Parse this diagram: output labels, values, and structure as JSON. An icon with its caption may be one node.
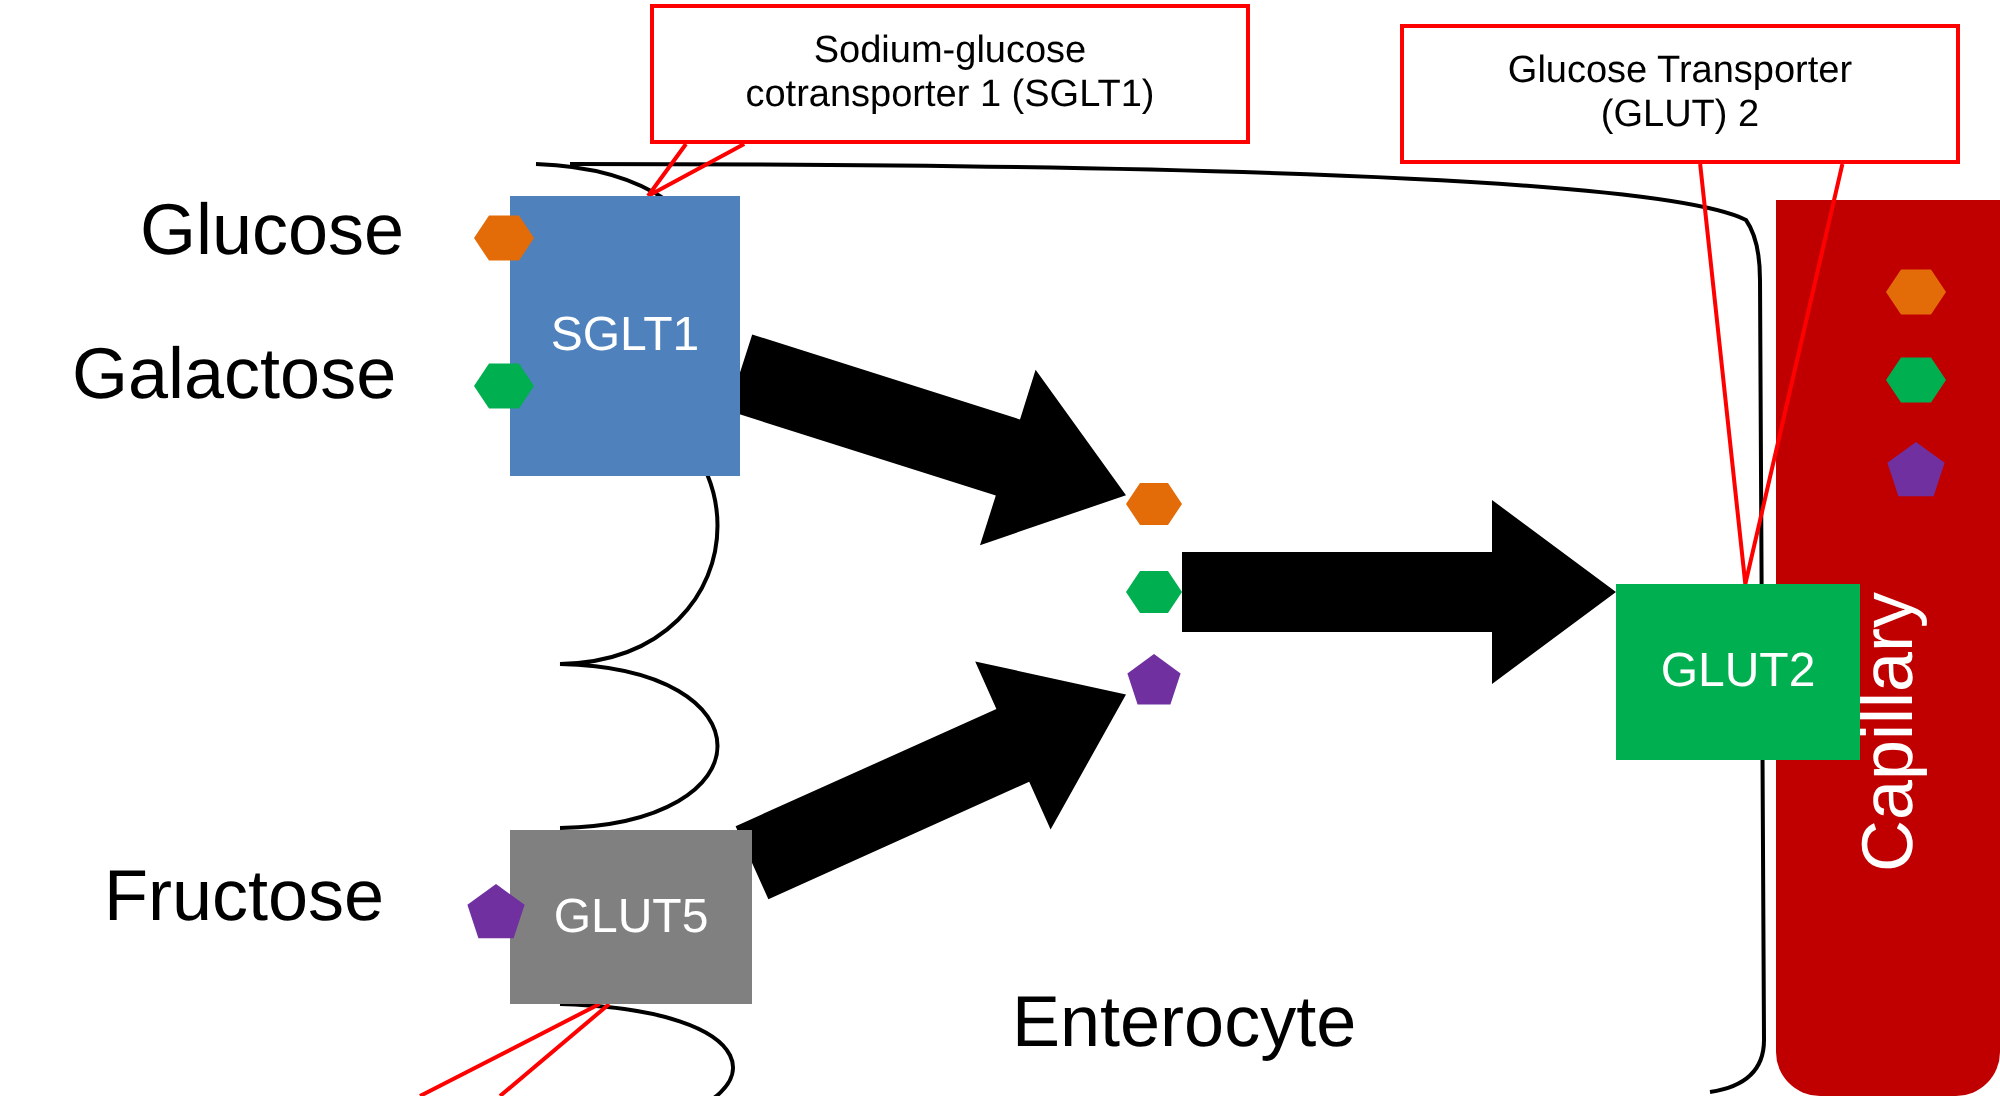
{
  "diagram": {
    "nodes": [
      {
        "text": [
          "Enterocyte"
        ]
      },
      {
        "text": [
          "SGLT1"
        ]
      },
      {
        "text": [
          "GLUT5"
        ]
      },
      {
        "text": [
          "GLUT2"
        ]
      },
      {
        "text": [
          "Capillary"
        ]
      },
      {
        "text": [
          "Sodium-glucose cotransporter 1 (SGLT1)"
        ]
      },
      {
        "text": [
          "Glucose Transporter (GLUT) 2"
        ]
      },
      {
        "text": [],
        "shape": "hexagon",
        "in": 0
      },
      {
        "text": [],
        "shape": "hexagon",
        "in": 0
      },
      {
        "text": [],
        "shape": "pentagon",
        "in": 0
      }
    ],
    "edges": [
      {
        "from": 1,
        "to": 7,
        "arrow": "to",
        "style": "thick",
        "color": "#000000"
      },
      {
        "from": 2,
        "to": 9,
        "arrow": "to",
        "style": "thick",
        "color": "#000000"
      },
      {
        "from": 8,
        "to": 3,
        "arrow": "to",
        "style": "thick",
        "color": "#000000"
      },
      {
        "from": 5,
        "to": 1,
        "arrow": "none"
      },
      {
        "from": 6,
        "to": 3,
        "arrow": "none"
      },
      {
        "from": null,
        "to": 2,
        "arrow": "none"
      },
      {
        "from": null,
        "to": 2,
        "arrow": "none"
      }
    ],
    "labels": [
      "Glucose",
      "Galactose",
      "Fructose"
    ]
  }
}
